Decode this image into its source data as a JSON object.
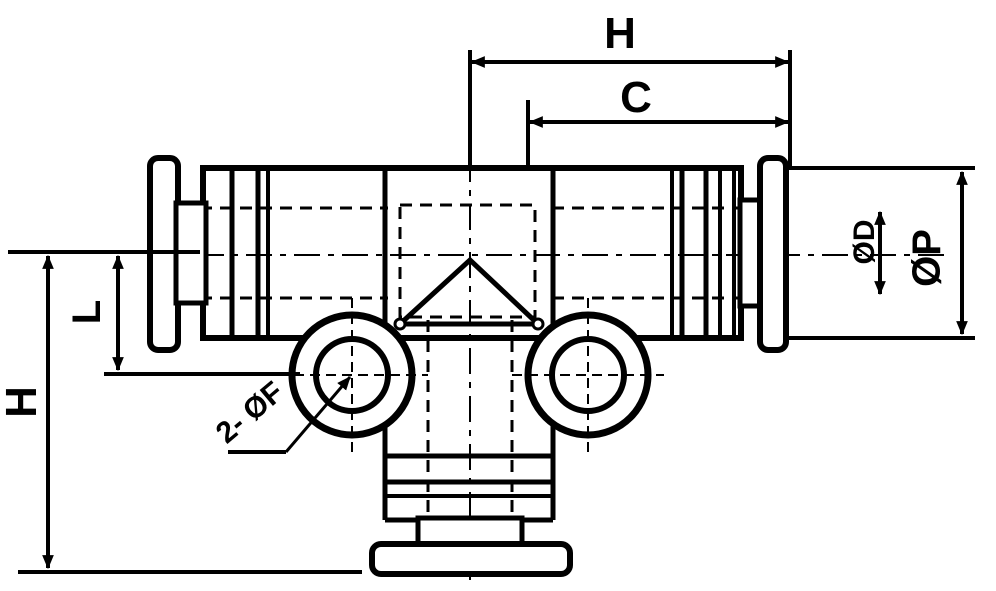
{
  "labels": {
    "top_h": "H",
    "c": "C",
    "left_h": "H",
    "l": "L",
    "od": "ØD",
    "op": "ØP",
    "f": "2- ØF"
  },
  "colors": {
    "ink": "#000000",
    "paper": "#ffffff"
  }
}
